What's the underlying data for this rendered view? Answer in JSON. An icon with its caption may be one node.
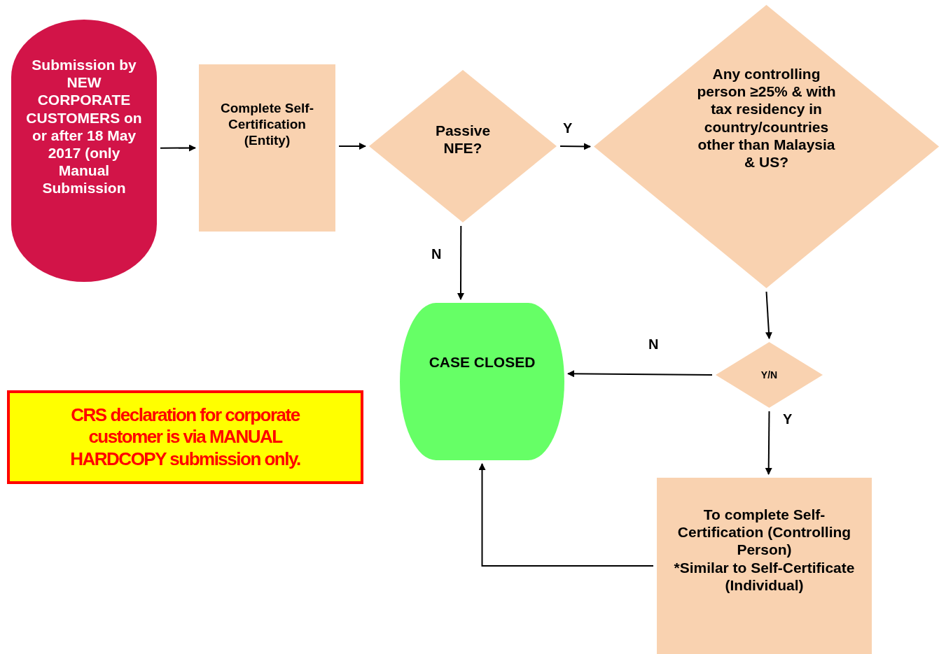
{
  "diagram": {
    "nodes": [
      {
        "text": [
          "Submission by NEW CORPORATE CUSTOMERS on or after 18 May 2017 (only Manual Submission"
        ]
      },
      {
        "text": [
          "Complete Self-Certification (Entity)"
        ]
      },
      {
        "text": [
          "Passive NFE?"
        ]
      },
      {
        "text": [
          "Any controlling person ≥25% & with tax residency in country/countries other than Malaysia & US?"
        ]
      },
      {
        "text": [
          "CASE CLOSED"
        ]
      },
      {
        "text": [
          "Y/N"
        ]
      },
      {
        "text": [
          "To complete Self-Certification (Controlling Person)",
          "*Similar to Self-Certificate (Individual)"
        ]
      },
      {
        "text": [
          "CRS declaration for corporate customer is via MANUAL HARDCOPY submission only."
        ]
      }
    ],
    "edges": [
      {
        "from": 0,
        "to": 1,
        "arrow": "to"
      },
      {
        "from": 1,
        "to": 2,
        "arrow": "to"
      },
      {
        "from": 2,
        "to": 3,
        "arrow": "to",
        "label": "Y"
      },
      {
        "from": 2,
        "to": 4,
        "arrow": "to",
        "label": "N"
      },
      {
        "from": 3,
        "to": 5,
        "arrow": "to"
      },
      {
        "from": 5,
        "to": 4,
        "arrow": "to",
        "label": "N"
      },
      {
        "from": 5,
        "to": 6,
        "arrow": "to",
        "label": "Y"
      },
      {
        "from": 6,
        "to": 4,
        "arrow": "to"
      }
    ]
  }
}
